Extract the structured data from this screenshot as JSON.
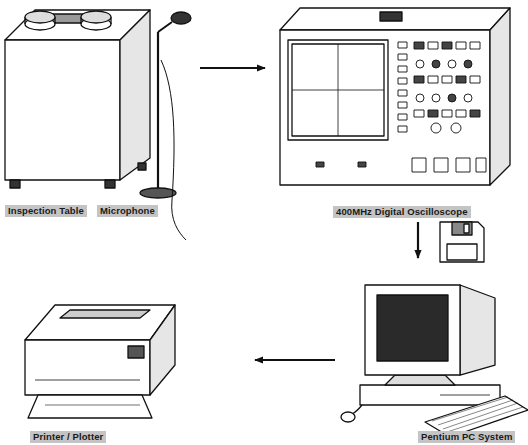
{
  "diagram": {
    "nodes": [
      {
        "text": [
          "Inspection Table"
        ]
      },
      {
        "text": [
          "Microphone"
        ]
      },
      {
        "text": [
          "400MHz Digital Oscilloscope"
        ]
      },
      {
        "text": [
          "Pentium PC System"
        ]
      },
      {
        "text": [
          "Printer / Plotter"
        ]
      }
    ],
    "edges": [
      {
        "from": 1,
        "to": 2,
        "arrow": "to"
      },
      {
        "from": 2,
        "to": 3,
        "arrow": "to"
      },
      {
        "from": 3,
        "to": 4,
        "arrow": "to"
      }
    ]
  }
}
